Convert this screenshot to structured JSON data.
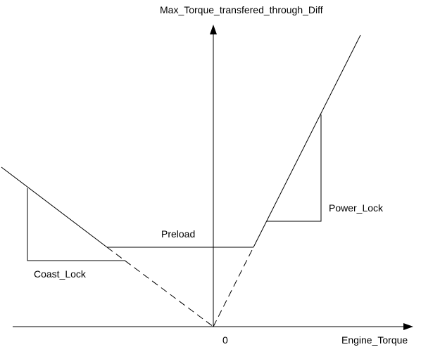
{
  "diagram": {
    "y_axis_label": "Max_Torque_transfered_through_Diff",
    "x_axis_label": "Engine_Torque",
    "origin_label": "0",
    "preload_label": "Preload",
    "power_lock_label": "Power_Lock",
    "coast_lock_label": "Coast_Lock"
  },
  "colors": {
    "line": "#000000",
    "background": "#ffffff"
  }
}
